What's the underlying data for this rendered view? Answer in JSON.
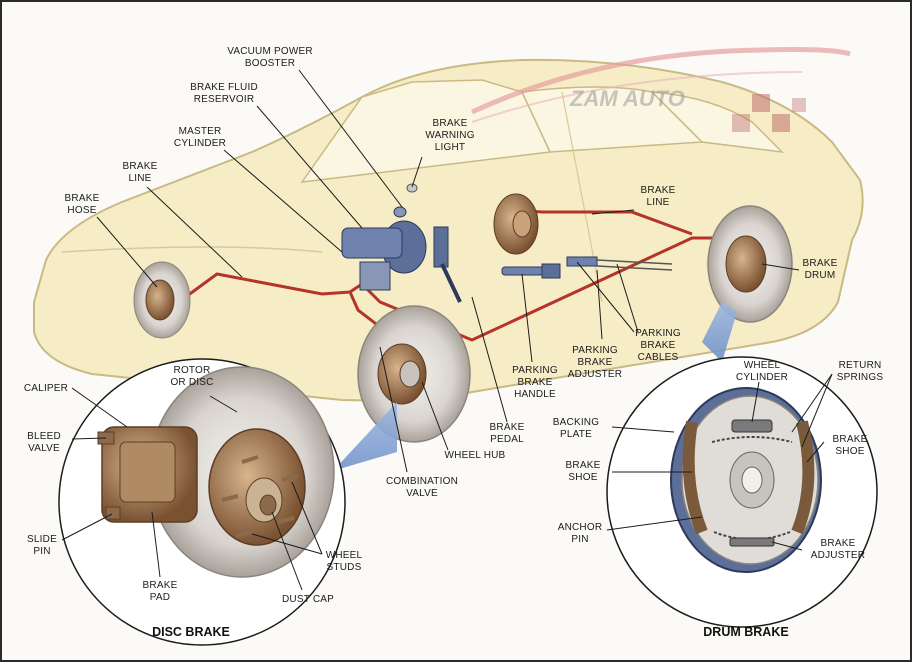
{
  "watermark": "ZAM AUTO",
  "titles": {
    "disc": "DISC BRAKE",
    "drum": "DRUM BRAKE"
  },
  "labels": {
    "vacuum_booster": [
      "VACUUM POWER",
      "BOOSTER"
    ],
    "fluid_reservoir": [
      "BRAKE FLUID",
      "RESERVOIR"
    ],
    "master_cylinder": [
      "MASTER",
      "CYLINDER"
    ],
    "warning_light": [
      "BRAKE",
      "WARNING",
      "LIGHT"
    ],
    "brake_line_front": [
      "BRAKE",
      "LINE"
    ],
    "brake_hose": [
      "BRAKE",
      "HOSE"
    ],
    "brake_line_rear": [
      "BRAKE",
      "LINE"
    ],
    "brake_drum": [
      "BRAKE",
      "DRUM"
    ],
    "parking_cables": [
      "PARKING",
      "BRAKE",
      "CABLES"
    ],
    "parking_adjuster": [
      "PARKING",
      "BRAKE",
      "ADJUSTER"
    ],
    "parking_handle": [
      "PARKING",
      "BRAKE",
      "HANDLE"
    ],
    "brake_pedal": [
      "BRAKE",
      "PEDAL"
    ],
    "wheel_hub": [
      "WHEEL HUB"
    ],
    "combination_valve": [
      "COMBINATION",
      "VALVE"
    ],
    "rotor": [
      "ROTOR",
      "OR DISC"
    ],
    "caliper": [
      "CALIPER"
    ],
    "bleed_valve": [
      "BLEED",
      "VALVE"
    ],
    "slide_pin": [
      "SLIDE",
      "PIN"
    ],
    "brake_pad": [
      "BRAKE",
      "PAD"
    ],
    "dust_cap": [
      "DUST CAP"
    ],
    "wheel_studs": [
      "WHEEL",
      "STUDS"
    ],
    "wheel_cylinder": [
      "WHEEL",
      "CYLINDER"
    ],
    "return_springs": [
      "RETURN",
      "SPRINGS"
    ],
    "backing_plate": [
      "BACKING",
      "PLATE"
    ],
    "brake_shoe_left": [
      "BRAKE",
      "SHOE"
    ],
    "brake_shoe_right": [
      "BRAKE",
      "SHOE"
    ],
    "anchor_pin": [
      "ANCHOR",
      "PIN"
    ],
    "brake_adjuster": [
      "BRAKE",
      "ADJUSTER"
    ]
  },
  "colors": {
    "car_body": "#f6ecc6",
    "car_outline": "#c9b985",
    "brake_line": "#b5342a",
    "rotor": "#e4dfdb",
    "bronze": "#a87a52",
    "pointer_blue": "#7d9fd1",
    "master_cyl": "#5c6f99"
  }
}
